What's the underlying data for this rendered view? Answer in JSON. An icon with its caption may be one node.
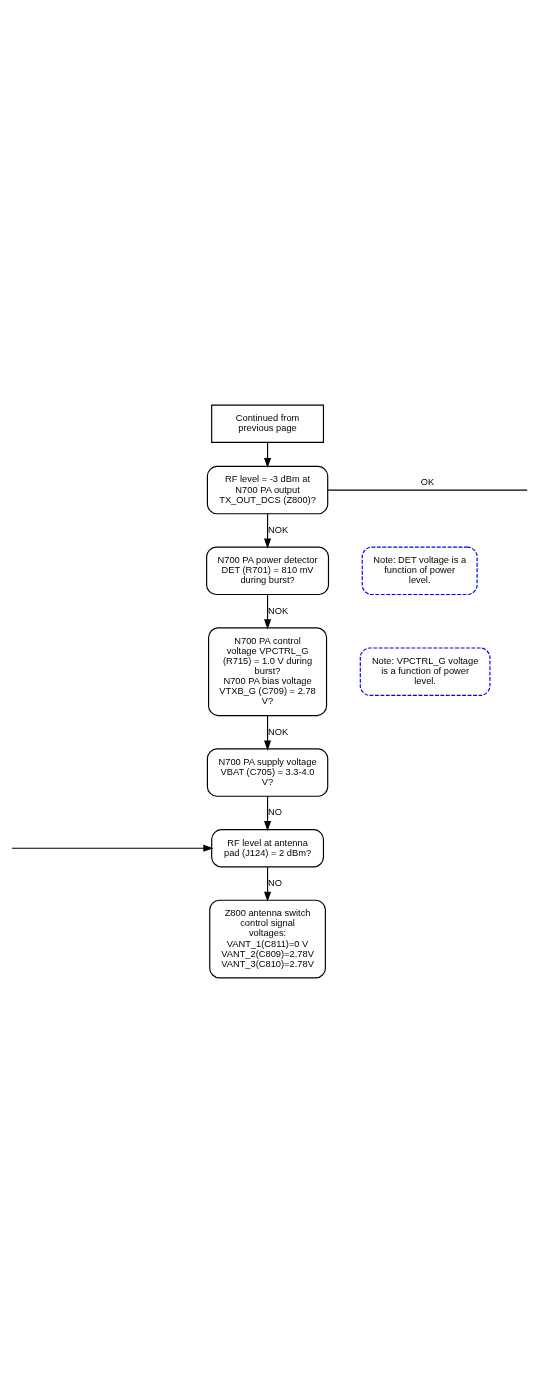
{
  "diagram": {
    "nodes": [
      {
        "text": [
          "Continued from previous page"
        ]
      },
      {
        "text": [
          "RF level = -3 dBm at N700 PA output TX_OUT_DCS (Z800)?"
        ]
      },
      {
        "text": [
          "N700 PA power detector DET (R701) = 810 mV during burst?"
        ]
      },
      {
        "text": [
          "Note: DET voltage is a function of power level."
        ]
      },
      {
        "text": [
          "N700 PA control voltage VPCTRL_G (R715) = 1.0 V during burst?",
          "N700 PA bias voltage VTXB_G (C709) = 2.78 V?"
        ]
      },
      {
        "text": [
          "Note: VPCTRL_G voltage is a function of power level."
        ]
      },
      {
        "text": [
          "N700 PA supply voltage VBAT (C705) = 3.3-4.0 V?"
        ]
      },
      {
        "text": [
          "RF level at antenna pad (J124) = 2 dBm?"
        ]
      },
      {
        "text": [
          "Z800 antenna switch control signal voltages:",
          "VANT_1(C811)=0 V",
          "VANT_2(C809)=2.78V",
          "VANT_3(C810)=2.78V"
        ]
      }
    ],
    "edges": [
      {
        "from": 0,
        "to": 1,
        "arrow": "to"
      },
      {
        "from": 1,
        "to": null,
        "arrow": "none",
        "label": "OK"
      },
      {
        "from": 1,
        "to": 2,
        "arrow": "to",
        "label": "NOK"
      },
      {
        "from": 2,
        "to": 4,
        "arrow": "to",
        "label": "NOK"
      },
      {
        "from": 4,
        "to": 6,
        "arrow": "to",
        "label": "NOK"
      },
      {
        "from": 6,
        "to": 7,
        "arrow": "to",
        "label": "NO"
      },
      {
        "from": null,
        "to": 7,
        "arrow": "to"
      },
      {
        "from": 7,
        "to": 8,
        "arrow": "to",
        "label": "NO"
      }
    ]
  }
}
